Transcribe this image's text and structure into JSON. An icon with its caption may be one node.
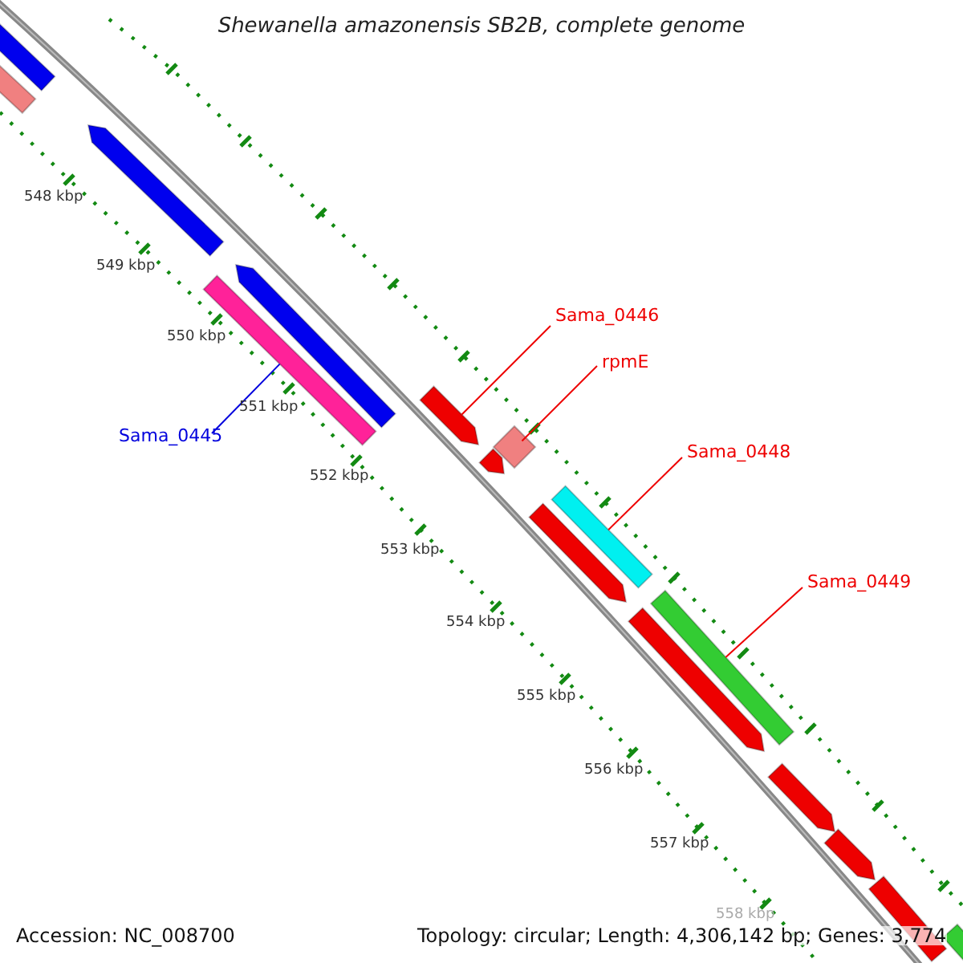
{
  "diagram": {
    "title": "Shewanella amazonensis SB2B, complete genome",
    "nodes": [
      {
        "text": [
          "Sama_0446"
        ]
      },
      {
        "text": [
          "rpmE"
        ]
      },
      {
        "text": [
          "Sama_0448"
        ]
      },
      {
        "text": [
          "Sama_0449"
        ]
      },
      {
        "text": [
          "Sama_0445"
        ]
      },
      {
        "text": [],
        "shape": "box"
      },
      {
        "text": [],
        "shape": "box"
      },
      {
        "text": [],
        "shape": "arrow"
      },
      {
        "text": [],
        "shape": "arrow"
      },
      {
        "text": [],
        "shape": "box"
      },
      {
        "text": [],
        "shape": "arrow"
      },
      {
        "text": [],
        "shape": "arrow"
      },
      {
        "text": [],
        "shape": "diamond"
      },
      {
        "text": [],
        "shape": "box"
      },
      {
        "text": [],
        "shape": "arrow"
      },
      {
        "text": [],
        "shape": "box"
      },
      {
        "text": [],
        "shape": "arrow"
      },
      {
        "text": [],
        "shape": "arrow"
      },
      {
        "text": [],
        "shape": "arrow"
      },
      {
        "text": [],
        "shape": "box"
      },
      {
        "text": [],
        "shape": "box"
      }
    ],
    "edges": [
      {
        "from": 0,
        "to": 10,
        "arrow": "none"
      },
      {
        "from": 1,
        "to": 12,
        "arrow": "none"
      },
      {
        "from": 2,
        "to": 13,
        "arrow": "none"
      },
      {
        "from": 3,
        "to": 15,
        "arrow": "none"
      },
      {
        "from": 4,
        "to": 9,
        "arrow": "none",
        "color": "#0000dd"
      }
    ],
    "labels": [
      "548 kbp",
      "549 kbp",
      "550 kbp",
      "551 kbp",
      "552 kbp",
      "553 kbp",
      "554 kbp",
      "555 kbp",
      "556 kbp",
      "557 kbp",
      "558 kbp",
      "Accession: NC_008700",
      "Topology: circular; Length: 4,306,142 bp; Genes: 3,774"
    ]
  }
}
